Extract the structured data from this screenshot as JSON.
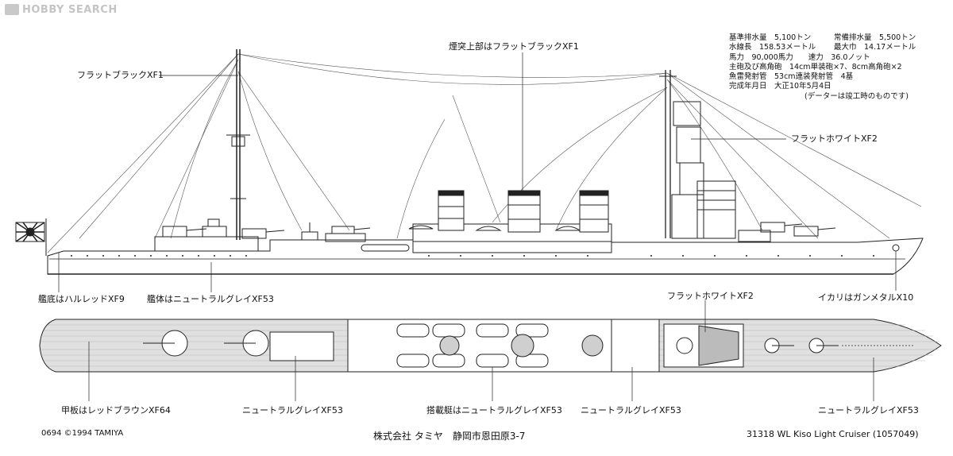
{
  "watermark": {
    "logo_text": "HOBBY SEARCH"
  },
  "labels": {
    "mast_color": "フラットブラックXF1",
    "funnel_top": "煙突上部はフラットブラックXF1",
    "bridge_color": "フラットホワイトXF2",
    "hull_bottom": "艦底はハルレッドXF9",
    "hull_color": "艦体はニュートラルグレイXF53",
    "plan_white": "フラットホワイトXF2",
    "anchor": "イカリはガンメタルX10",
    "deck": "甲板はレッドブラウンXF64",
    "gray_left": "ニュートラルグレイXF53",
    "boats": "搭載艇はニュートラルグレイXF53",
    "gray_mid": "ニュートラルグレイXF53",
    "gray_right": "ニュートラルグレイXF53"
  },
  "specs": {
    "rows": [
      {
        "a": "基準排水量　5,100トン",
        "b": "常備排水量　5,500トン"
      },
      {
        "a": "水線長　158.53メートル",
        "b": "最大巾　14.17メートル"
      },
      {
        "a": "馬力　90,000馬力　　速力　36.0ノット",
        "b": ""
      },
      {
        "a": "主砲及び高角砲　14cm単装砲×7、8cm高角砲×2",
        "b": ""
      },
      {
        "a": "魚雷発射管　53cm連装発射管　4基",
        "b": ""
      },
      {
        "a": "完成年月日　大正10年5月4日",
        "b": ""
      },
      {
        "a": "　　　　　　　　　　(データーは竣工時のものです)",
        "b": ""
      }
    ]
  },
  "footer": {
    "copyright": "0694 ©1994 TAMIYA",
    "company": "株式会社 タミヤ　静岡市恩田原3-7",
    "product": "31318  WL Kiso Light Cruiser (1057049)"
  },
  "colors": {
    "line": "#222222",
    "deck": "#d8d8d8",
    "hull_fill": "#ffffff",
    "watermark": "#c4c4c4"
  }
}
